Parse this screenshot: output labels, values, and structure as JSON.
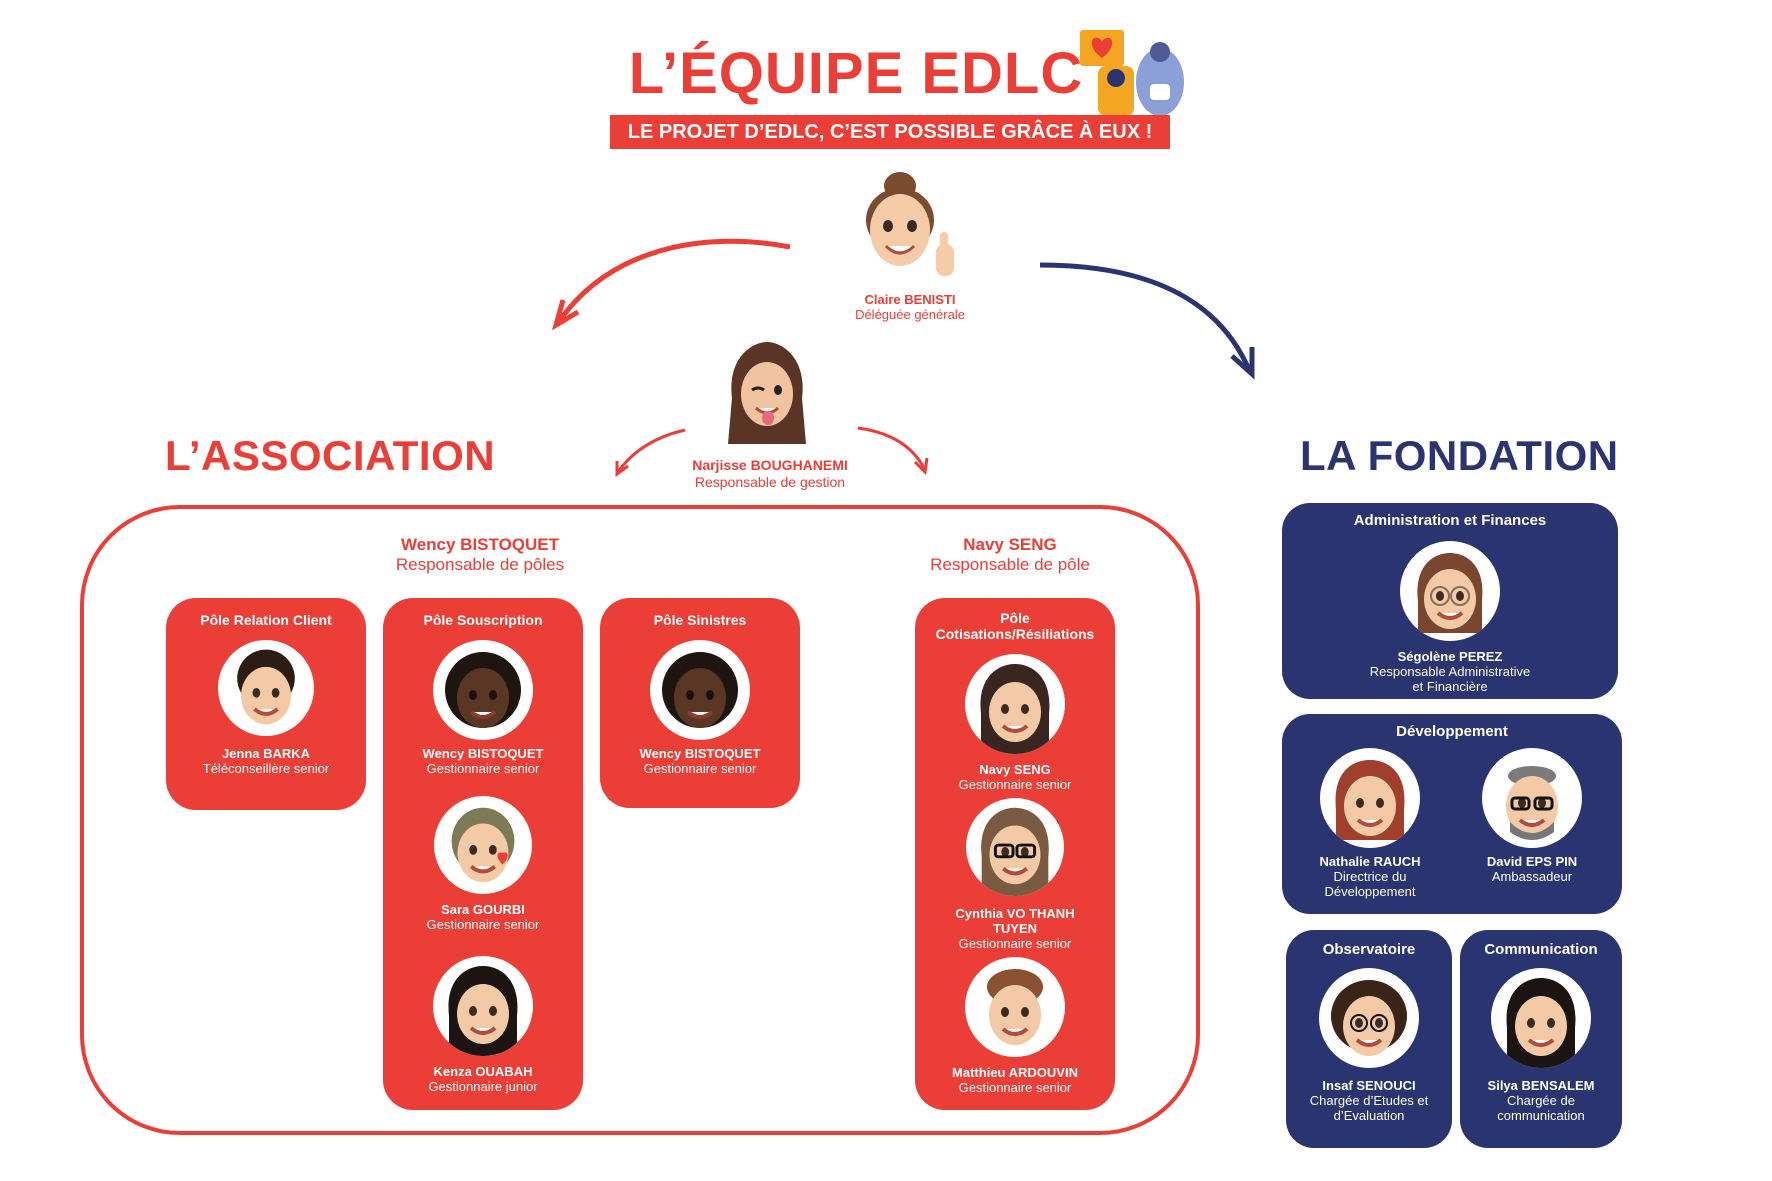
{
  "colors": {
    "red": "#ea3e36",
    "navy": "#2a3470",
    "white": "#ffffff"
  },
  "header": {
    "title": "L’ÉQUIPE EDLC",
    "subtitle": "LE PROJET D’EDLC, C’EST POSSIBLE GRÂCE À EUX !",
    "mascot_icon": "heart-sign-mascot-icon"
  },
  "top": {
    "claire": {
      "name": "Claire BENISTI",
      "role": "Déléguée générale",
      "avatar": "thumbs-up-memoji-icon"
    },
    "narjisse": {
      "name": "Narjisse BOUGHANEMI",
      "role": "Responsable de gestion",
      "avatar": "wink-memoji-icon"
    }
  },
  "association": {
    "title": "L’ASSOCIATION",
    "managers": [
      {
        "name": "Wency BISTOQUET",
        "role": "Responsable de pôles"
      },
      {
        "name": "Navy SENG",
        "role": "Responsable de pôle"
      }
    ],
    "poles": [
      {
        "title": "Pôle Relation Client",
        "members": [
          {
            "name": "Jenna BARKA",
            "role": "Téléconseillère senior"
          }
        ]
      },
      {
        "title": "Pôle Souscription",
        "members": [
          {
            "name": "Wency BISTOQUET",
            "role": "Gestionnaire senior"
          },
          {
            "name": "Sara GOURBI",
            "role": "Gestionnaire senior"
          },
          {
            "name": "Kenza OUABAH",
            "role": "Gestionnaire junior"
          }
        ]
      },
      {
        "title": "Pôle Sinistres",
        "members": [
          {
            "name": "Wency BISTOQUET",
            "role": "Gestionnaire senior"
          }
        ]
      },
      {
        "title_line1": "Pôle",
        "title_line2": "Cotisations/Résiliations",
        "members": [
          {
            "name": "Navy SENG",
            "role": "Gestionnaire senior"
          },
          {
            "name_line1": "Cynthia VO THANH",
            "name_line2": "TUYEN",
            "role": "Gestionnaire senior"
          },
          {
            "name": "Matthieu ARDOUVIN",
            "role": "Gestionnaire senior"
          }
        ]
      }
    ]
  },
  "fondation": {
    "title": "LA FONDATION",
    "boxes": [
      {
        "title": "Administration et Finances",
        "members": [
          {
            "name": "Ségolène PEREZ",
            "role_line1": "Responsable Administrative",
            "role_line2": "et Financière"
          }
        ]
      },
      {
        "title": "Développement",
        "members": [
          {
            "name": "Nathalie RAUCH",
            "role_line1": "Directrice du",
            "role_line2": "Développement"
          },
          {
            "name": "David EPS PIN",
            "role_line1": "Ambassadeur"
          }
        ]
      },
      {
        "title": "Observatoire",
        "members": [
          {
            "name": "Insaf SENOUCI",
            "role_line1": "Chargée d’Etudes et",
            "role_line2": "d’Evaluation"
          }
        ]
      },
      {
        "title": "Communication",
        "members": [
          {
            "name": "Silya BENSALEM",
            "role_line1": "Chargée de",
            "role_line2": "communication"
          }
        ]
      }
    ]
  }
}
